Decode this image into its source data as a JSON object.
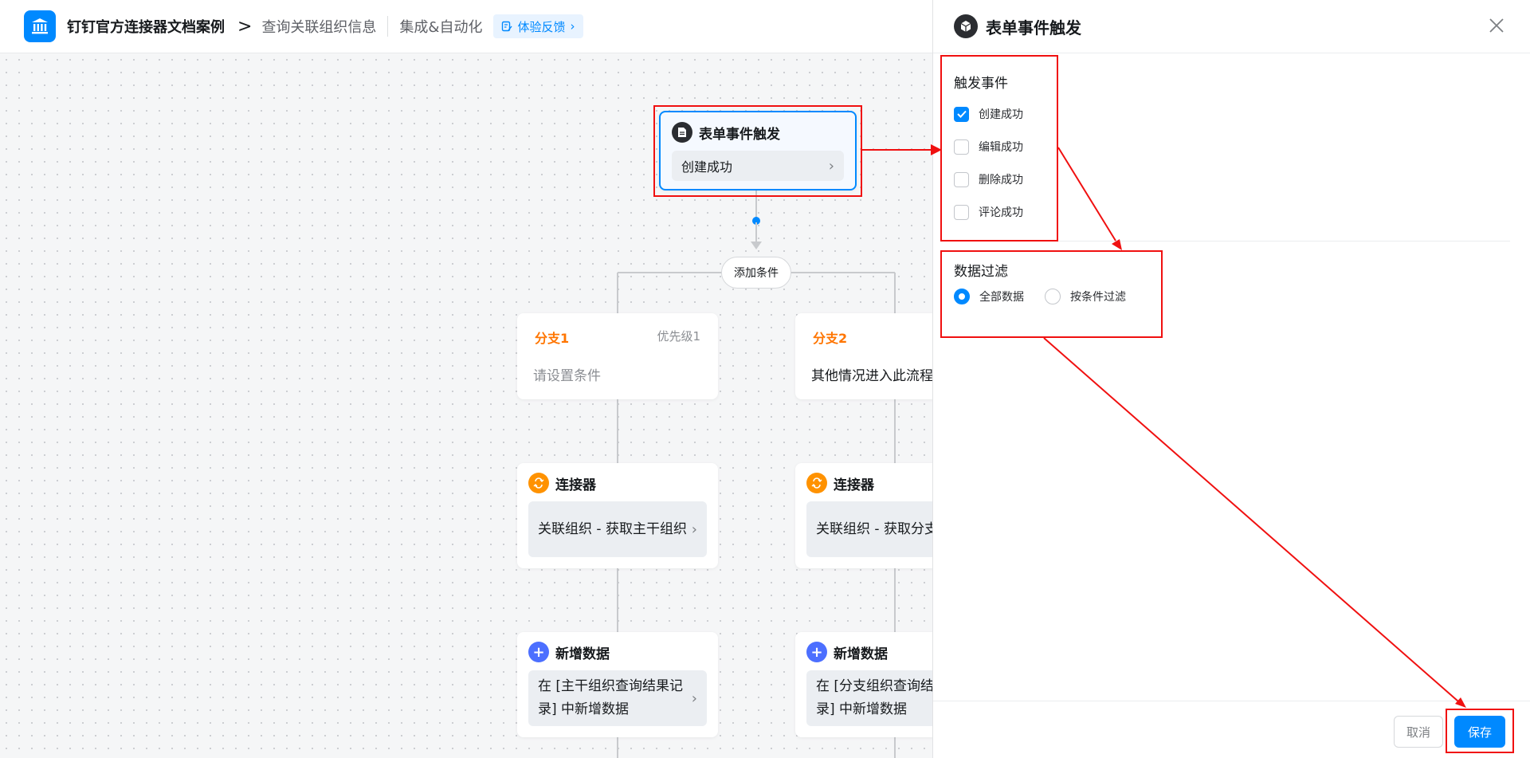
{
  "header": {
    "app_name": "钉钉官方连接器文档案例",
    "breadcrumb_sep": ">",
    "crumb_page": "查询关联组织信息",
    "crumb_section": "集成&自动化",
    "feedback_label": "体验反馈"
  },
  "canvas": {
    "trigger": {
      "title": "表单事件触发",
      "value": "创建成功"
    },
    "add_condition_label": "添加条件",
    "branches": [
      {
        "name": "分支1",
        "priority": "优先级1",
        "condition": "请设置条件"
      },
      {
        "name": "分支2",
        "priority": "",
        "condition": "其他情况进入此流程"
      }
    ],
    "connectors": [
      {
        "title": "连接器",
        "text": "关联组织 - 获取主干组织"
      },
      {
        "title": "连接器",
        "text": "关联组织 - 获取分支组织"
      }
    ],
    "add_data": [
      {
        "title": "新增数据",
        "text": "在 [主干组织查询结果记录] 中新增数据"
      },
      {
        "title": "新增数据",
        "text": "在 [分支组织查询结果记录] 中新增数据"
      }
    ]
  },
  "panel": {
    "title": "表单事件触发",
    "trigger_events_label": "触发事件",
    "events": [
      {
        "label": "创建成功",
        "checked": true
      },
      {
        "label": "编辑成功",
        "checked": false
      },
      {
        "label": "删除成功",
        "checked": false
      },
      {
        "label": "评论成功",
        "checked": false
      }
    ],
    "data_filter_label": "数据过滤",
    "filter_options": [
      {
        "label": "全部数据",
        "selected": true
      },
      {
        "label": "按条件过滤",
        "selected": false
      }
    ],
    "cancel_label": "取消",
    "save_label": "保存"
  },
  "colors": {
    "primary": "#0089ff",
    "branch_accent": "#ff7500",
    "connector_icon": "#ff9200",
    "add_data_icon": "#4c6fff",
    "annotation": "#f01010"
  }
}
